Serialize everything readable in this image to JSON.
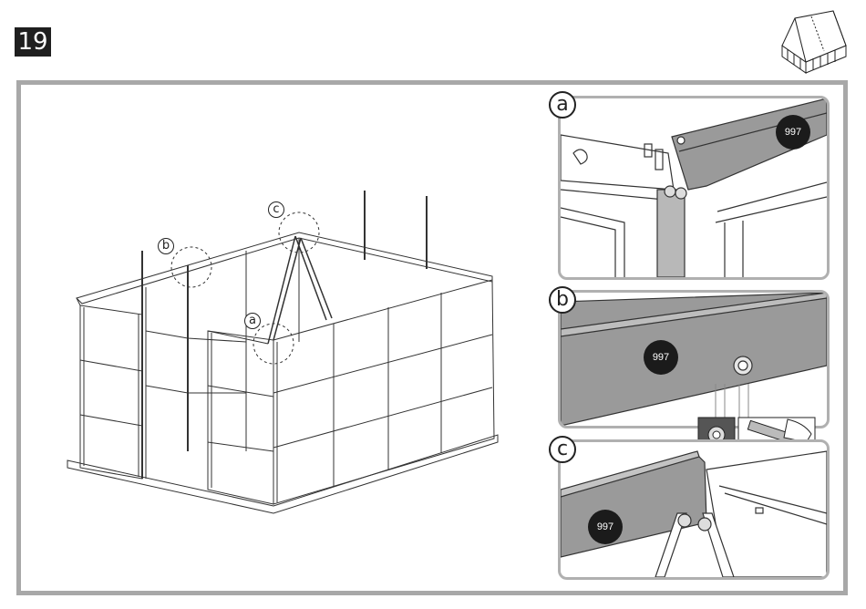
{
  "step": {
    "number": "19"
  },
  "details": [
    {
      "label": "a",
      "part": "997"
    },
    {
      "label": "b",
      "part": "997"
    },
    {
      "label": "c",
      "part": "997"
    }
  ],
  "main_callouts": [
    "a",
    "b",
    "c"
  ],
  "colors": {
    "frame": "#a8a8a8",
    "badge": "#1b1b1b",
    "panel": "#9a9a9a"
  },
  "icons": [
    "greenhouse-thumbnail-icon",
    "wrench-icon"
  ]
}
